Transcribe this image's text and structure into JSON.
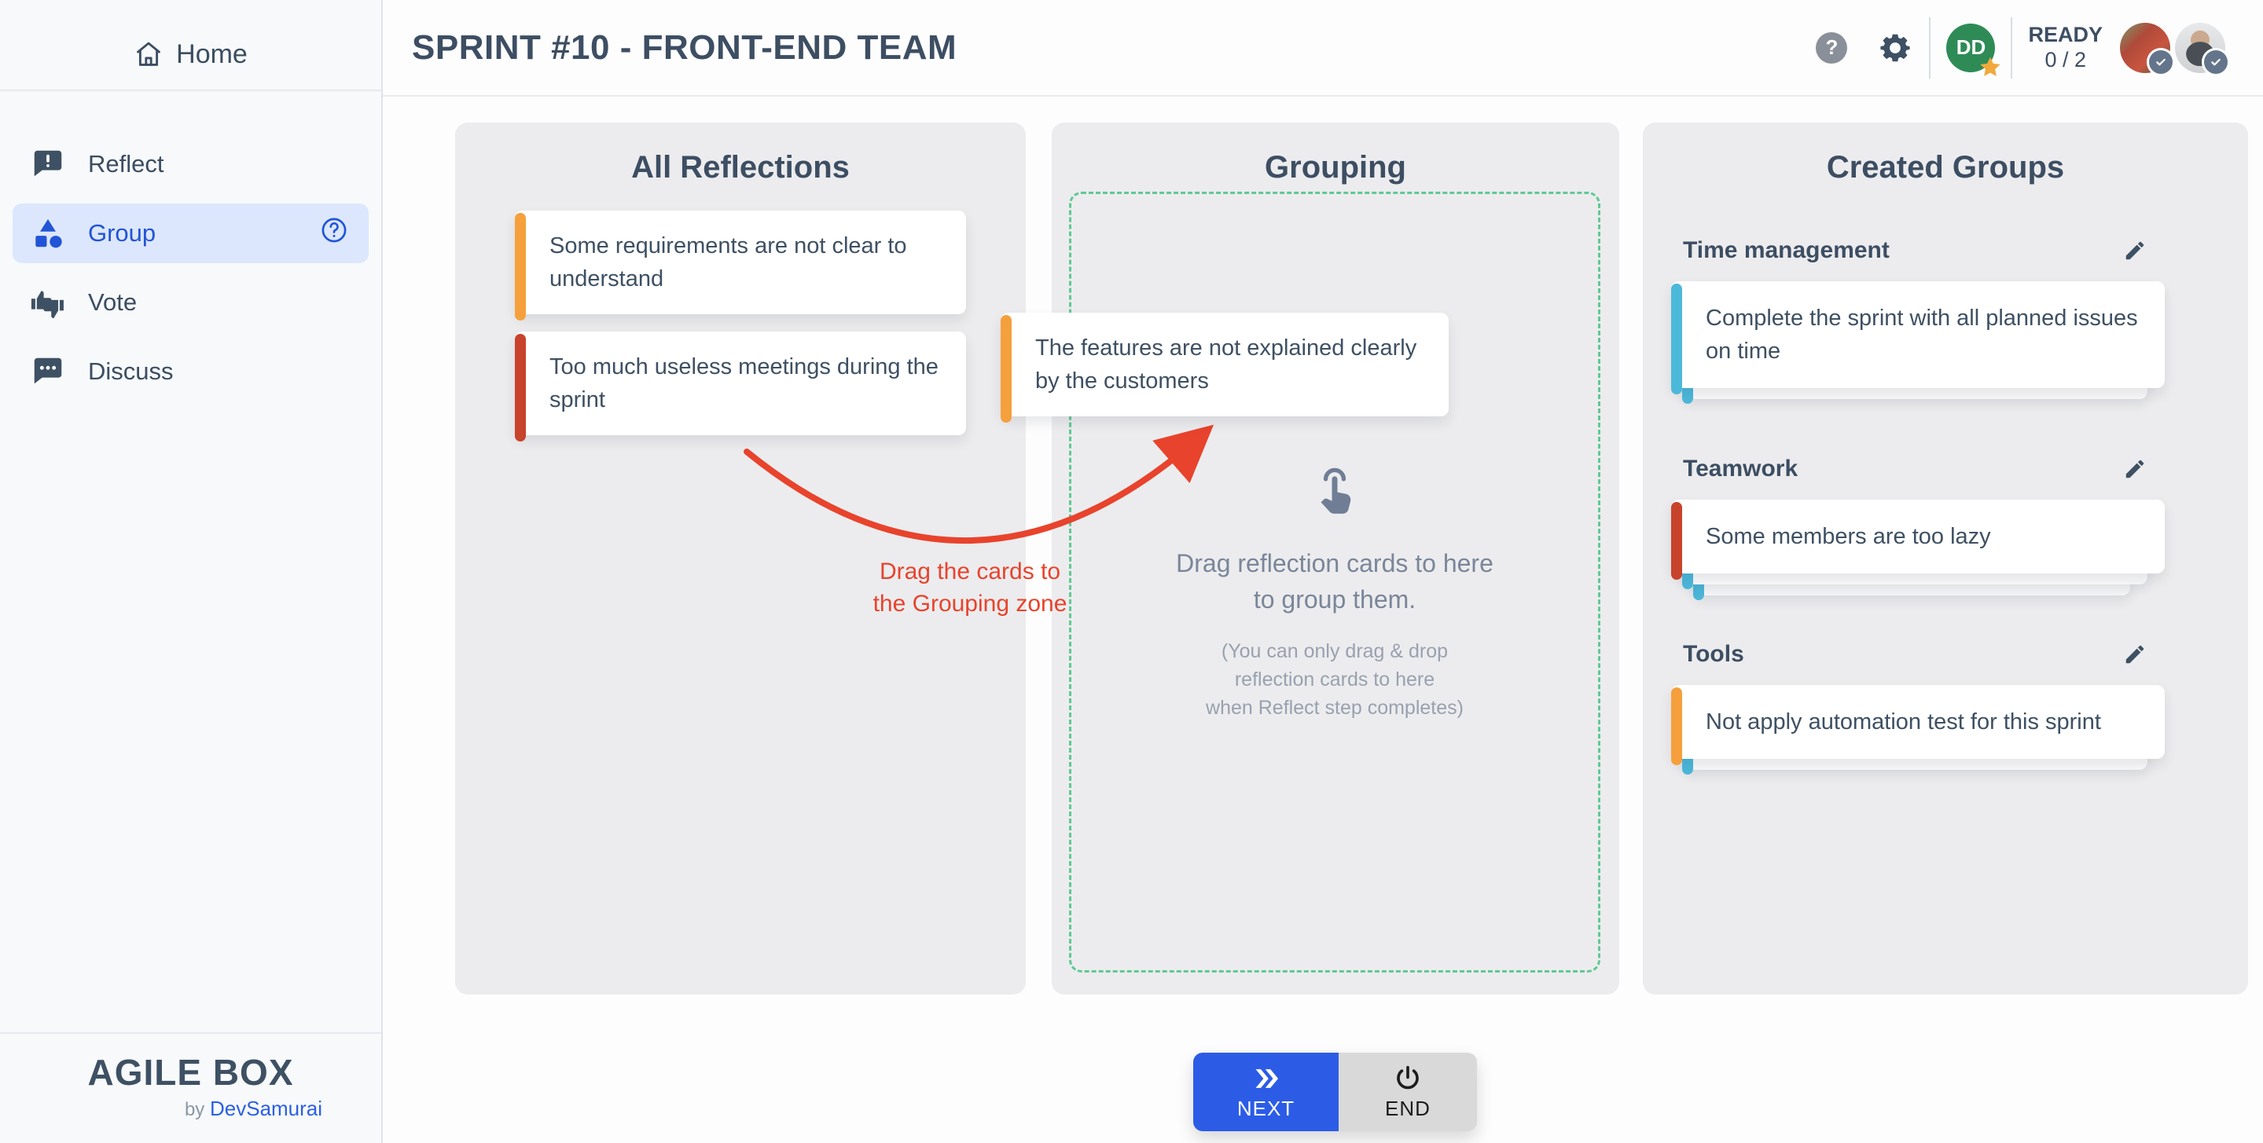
{
  "sidebar": {
    "home_label": "Home",
    "items": [
      {
        "label": "Reflect",
        "icon": "reflect-bubble-exclamation"
      },
      {
        "label": "Group",
        "icon": "group-shapes",
        "active": true,
        "has_help": true
      },
      {
        "label": "Vote",
        "icon": "vote-thumbs"
      },
      {
        "label": "Discuss",
        "icon": "discuss-bubble-dots"
      }
    ],
    "logo_title": "AGILE BOX",
    "logo_by": "by",
    "logo_brand": "DevSamurai"
  },
  "header": {
    "title": "SPRINT #10 - FRONT-END TEAM",
    "help_glyph": "?",
    "user_initials": "DD",
    "ready_label": "READY",
    "ready_count": "0 / 2"
  },
  "board": {
    "reflections": {
      "title": "All Reflections",
      "cards": [
        {
          "text": "Some requirements are not clear to understand",
          "bar": "#F5A03C"
        },
        {
          "text": "Too much useless meetings during the sprint",
          "bar": "#C8432B"
        }
      ]
    },
    "floating_card": {
      "text": "The features are not explained clearly by the customers",
      "bar": "#F5A03C"
    },
    "grouping": {
      "title": "Grouping",
      "hint_line1": "Drag reflection cards to here",
      "hint_line2": "to group them.",
      "sub_line1": "(You can only drag & drop",
      "sub_line2": "reflection cards to here",
      "sub_line3": "when Reflect step completes)"
    },
    "groups": {
      "title": "Created Groups",
      "items": [
        {
          "name": "Time management",
          "card": "Complete the sprint with all planned issues on time",
          "bar": "#4CB8DA",
          "stacked_cards": 1
        },
        {
          "name": "Teamwork",
          "card": "Some members are too lazy",
          "bar": "#C8432B",
          "stacked_cards": 2
        },
        {
          "name": "Tools",
          "card": "Not apply automation test for this sprint",
          "bar": "#F5A03C",
          "stacked_cards": 1
        }
      ]
    },
    "annotation": {
      "line1": "Drag the cards to",
      "line2": "the Grouping zone"
    }
  },
  "footer": {
    "next_label": "NEXT",
    "end_label": "END"
  },
  "colors": {
    "accent_blue": "#2C5CE6",
    "active_nav_blue": "#2254D6",
    "annotation_red": "#E8432C",
    "green_dash": "#5FC993",
    "bar_orange": "#F5A03C",
    "bar_red": "#C8432B",
    "bar_cyan": "#4CB8DA",
    "avatar_green": "#2E8B56",
    "star_gold": "#F2A93B"
  },
  "icons": {
    "home": "house-outline",
    "reflect": "speech-bubble-exclamation",
    "group": "triangle-square-circle-shapes",
    "vote": "thumbs-up-down",
    "discuss": "speech-bubble-dots",
    "help": "question-circle",
    "settings": "gear",
    "star_badge": "star",
    "check_badge": "checkmark-circle",
    "edit": "pencil",
    "tap": "hand-tap",
    "next": "double-chevron-right",
    "end": "power"
  }
}
